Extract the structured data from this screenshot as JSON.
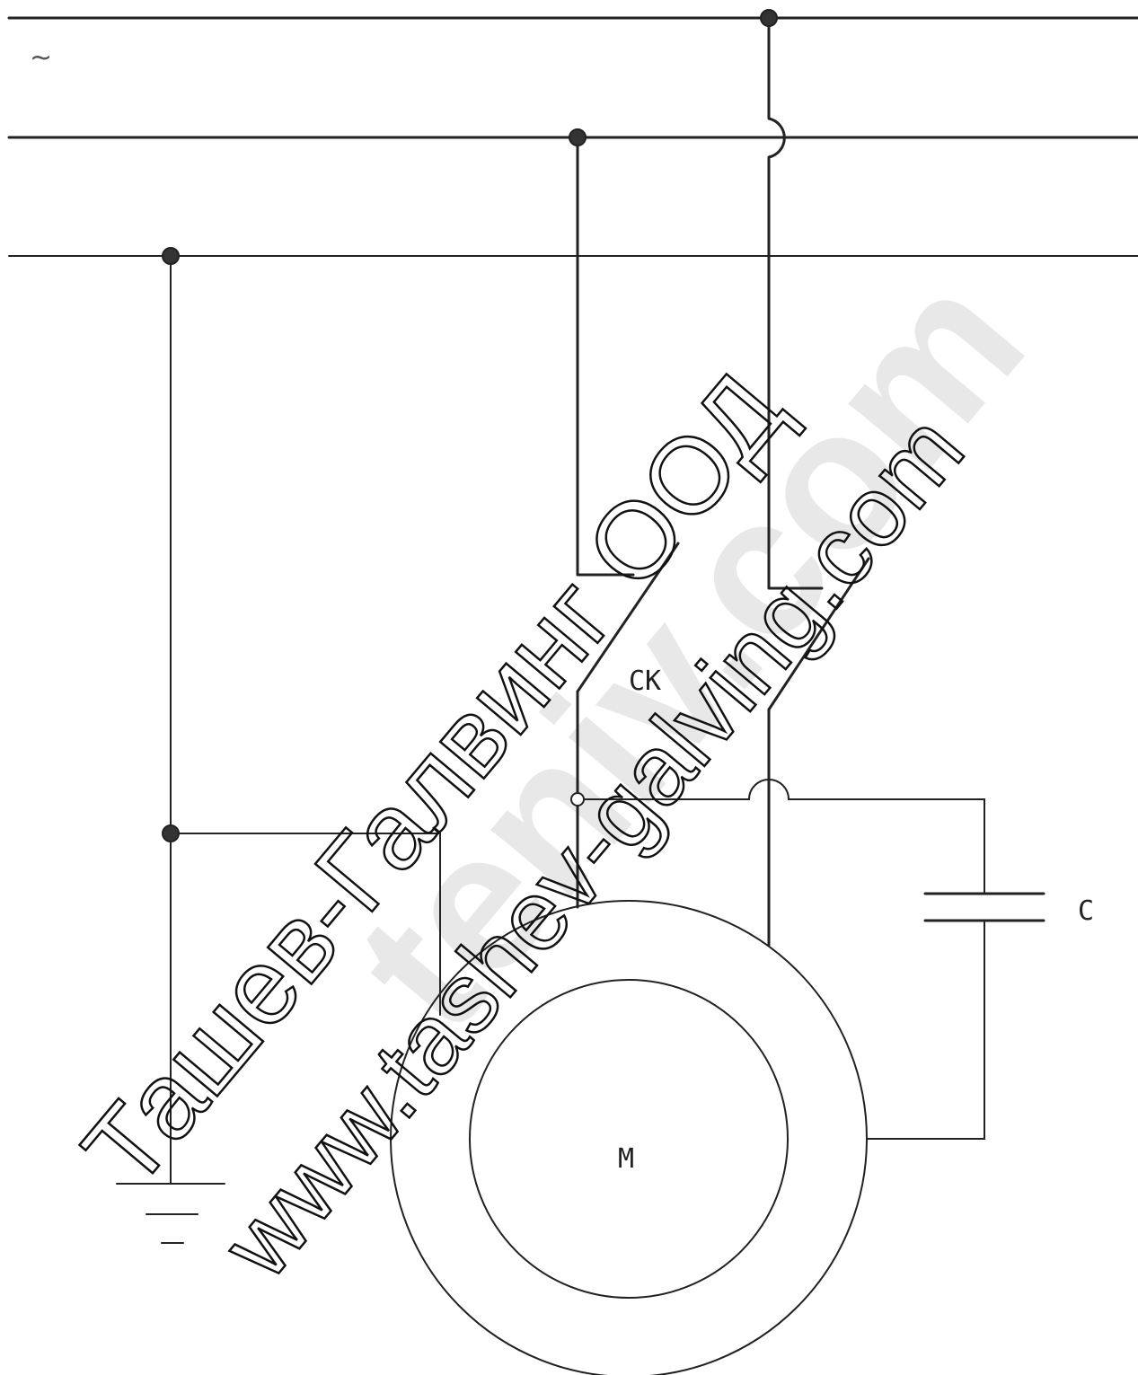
{
  "diagram": {
    "supply_symbol": "~",
    "switch_label": "CK",
    "capacitor_label": "C",
    "motor_label": "M"
  },
  "watermarks": {
    "company": "Ташев-Галвинг ООД",
    "website": "www.tashev-galving.com",
    "large": "teniv.com"
  },
  "colors": {
    "line": "#222222",
    "background": "#ffffff",
    "watermark_fill": "#e8e8e8"
  }
}
